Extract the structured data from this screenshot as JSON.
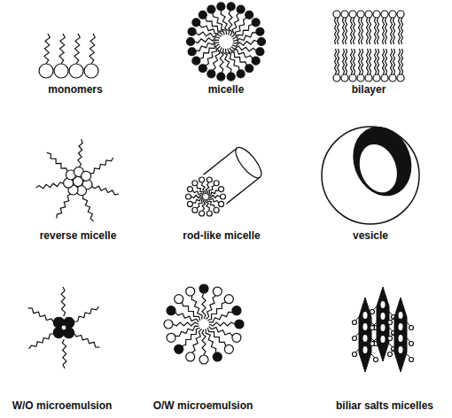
{
  "diagram": {
    "labels": [
      "monomers",
      "micelle",
      "bilayer",
      "reverse micelle",
      "rod-like micelle",
      "vesicle",
      "W/O microemulsion",
      "O/W microemulsion",
      "biliar salts micelles"
    ]
  }
}
